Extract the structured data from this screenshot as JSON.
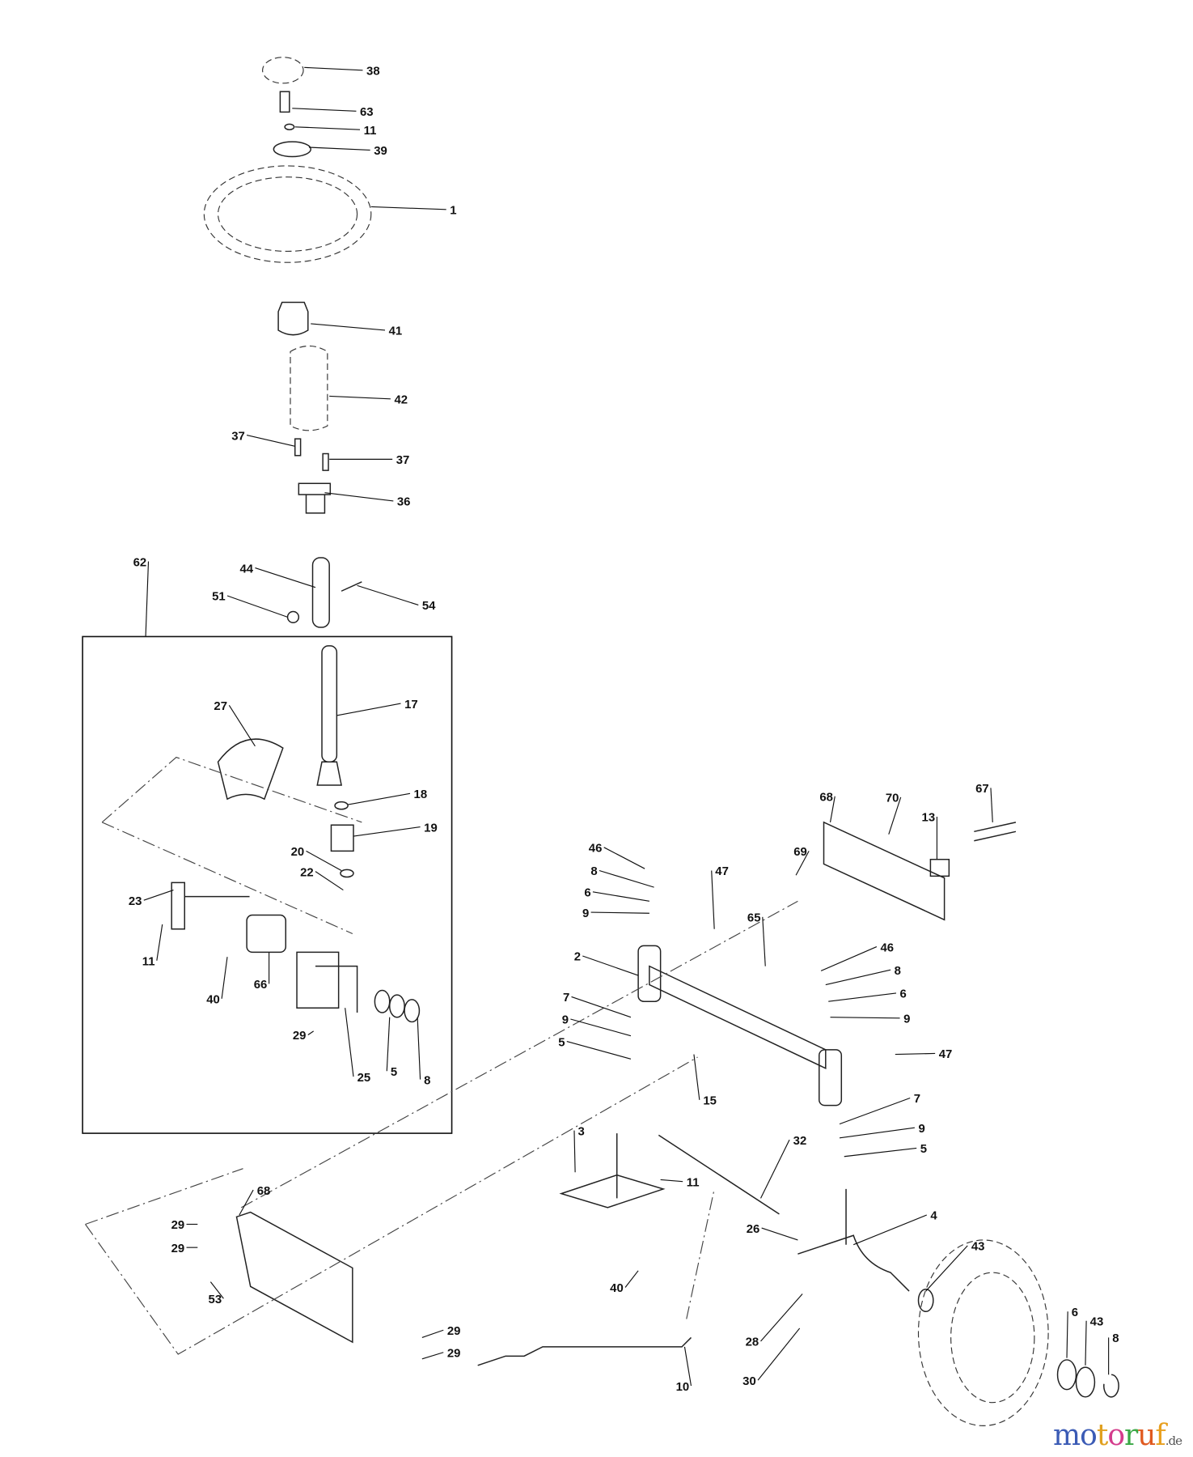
{
  "diagram": {
    "title": "Steering assembly parts diagram",
    "group_box_label": "62",
    "labels": [
      "38",
      "63",
      "11",
      "39",
      "1",
      "41",
      "42",
      "37",
      "37",
      "36",
      "62",
      "44",
      "51",
      "54",
      "17",
      "27",
      "18",
      "19",
      "20",
      "22",
      "23",
      "11",
      "40",
      "66",
      "29",
      "25",
      "5",
      "8",
      "68",
      "70",
      "67",
      "13",
      "46",
      "8",
      "6",
      "9",
      "47",
      "69",
      "65",
      "2",
      "46",
      "8",
      "6",
      "9",
      "47",
      "7",
      "9",
      "5",
      "15",
      "7",
      "9",
      "5",
      "3",
      "32",
      "11",
      "4",
      "26",
      "43",
      "68",
      "29",
      "29",
      "53",
      "40",
      "28",
      "29",
      "29",
      "10",
      "30",
      "6",
      "43",
      "8"
    ]
  },
  "watermark": {
    "text": "motoruf",
    "suffix": ".de",
    "colors": [
      "#3b5bb5",
      "#3b5bb5",
      "#e0a020",
      "#d43c8c",
      "#39a845",
      "#e05a20",
      "#e8a020"
    ]
  }
}
